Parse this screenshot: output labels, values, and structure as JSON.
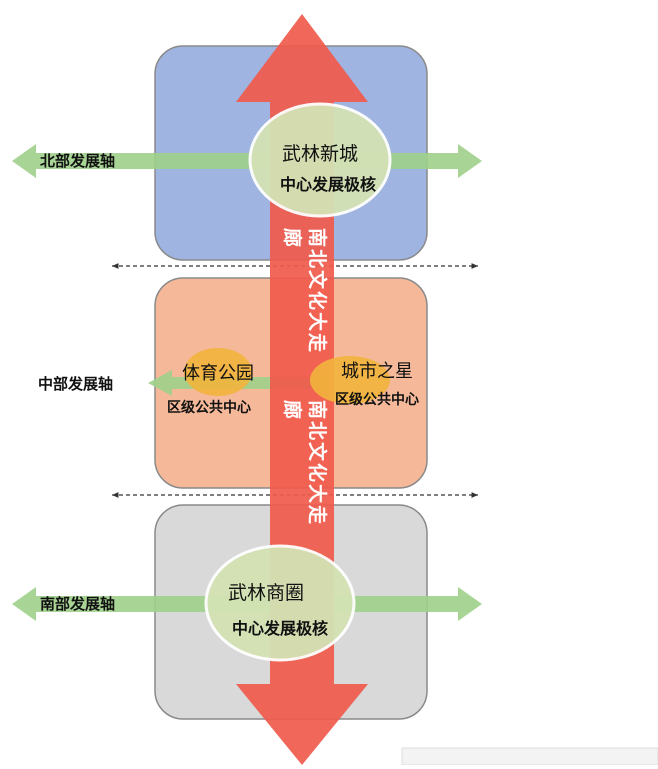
{
  "zones": {
    "north": {
      "fill": "#9fb4e0",
      "stroke": "#8a8a8a"
    },
    "middle": {
      "fill": "#f5b99a",
      "stroke": "#8a8a8a"
    },
    "south": {
      "fill": "#d9d9d9",
      "stroke": "#8a8a8a"
    }
  },
  "axes": {
    "north": {
      "label": "北部发展轴"
    },
    "middle": {
      "label": "中部发展轴"
    },
    "south": {
      "label": "南部发展轴"
    },
    "color": "#9fd08a"
  },
  "corridor": {
    "color": "#f05a4c",
    "text_upper": "南北文化大走",
    "text_upper_end": "廊",
    "text_lower": "南北文化大走",
    "text_lower_end": "廊"
  },
  "nodes": {
    "wulin_new_city": {
      "name": "武林新城",
      "role": "中心发展极核"
    },
    "sports_park": {
      "name": "体育公园",
      "role": "区级公共中心"
    },
    "city_star": {
      "name": "城市之星",
      "role": "区级公共中心"
    },
    "wulin_business": {
      "name": "武林商圈",
      "role": "中心发展极核"
    }
  },
  "caption": {
    "text": ""
  }
}
